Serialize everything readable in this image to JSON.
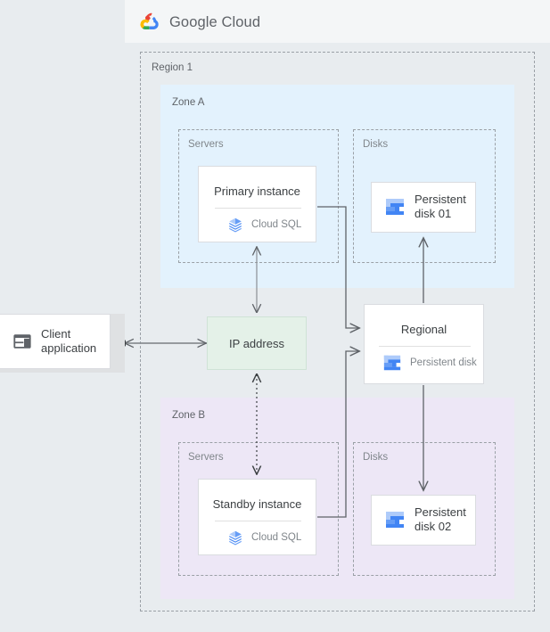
{
  "header": {
    "logo_icon": "google-cloud-logo-icon",
    "brand_bold": "Google",
    "brand_light": "Cloud",
    "background": "#f4f6f7"
  },
  "colors": {
    "page_background": "#e8ecef",
    "zone_a_fill": "#e3f2fd",
    "zone_b_fill": "#ede7f6",
    "ip_address_fill": "#e4f1e8",
    "card_fill": "#ffffff",
    "card_border": "#dadce0",
    "dashed_border": "#9aa0a6",
    "connector": "#5f6368",
    "label_text": "#5f6368",
    "muted_text": "#80868b",
    "title_text": "#3c4043",
    "cloud_sql_icon": "#5a8cf0",
    "persistent_disk_icon_light": "#aecbfa",
    "persistent_disk_icon_dark": "#4285f4"
  },
  "region": {
    "label": "Region 1"
  },
  "zones": [
    {
      "id": "zone-a",
      "label": "Zone A",
      "groups": [
        {
          "id": "servers-a",
          "label": "Servers"
        },
        {
          "id": "disks-a",
          "label": "Disks"
        }
      ]
    },
    {
      "id": "zone-b",
      "label": "Zone B",
      "groups": [
        {
          "id": "servers-b",
          "label": "Servers"
        },
        {
          "id": "disks-b",
          "label": "Disks"
        }
      ]
    }
  ],
  "nodes": {
    "primary_instance": {
      "title": "Primary instance",
      "subtitle": "Cloud SQL",
      "icon": "cloud-sql-icon"
    },
    "standby_instance": {
      "title": "Standby instance",
      "subtitle": "Cloud SQL",
      "icon": "cloud-sql-icon"
    },
    "persistent_disk_01": {
      "line1": "Persistent",
      "line2": "disk 01",
      "icon": "persistent-disk-icon"
    },
    "persistent_disk_02": {
      "line1": "Persistent",
      "line2": "disk 02",
      "icon": "persistent-disk-icon"
    },
    "regional_disk": {
      "title": "Regional",
      "subtitle": "Persistent disk",
      "icon": "persistent-disk-icon"
    },
    "ip_address": {
      "label": "IP address"
    },
    "client_application": {
      "line1": "Client",
      "line2": "application",
      "icon": "client-window-icon"
    }
  },
  "connectors": [
    {
      "id": "client-to-ip",
      "from": "client_application",
      "to": "ip_address",
      "style": "solid",
      "arrows": "both"
    },
    {
      "id": "ip-to-primary",
      "from": "ip_address",
      "to": "primary_instance",
      "style": "solid",
      "arrows": "both"
    },
    {
      "id": "ip-to-standby",
      "from": "ip_address",
      "to": "standby_instance",
      "style": "dotted",
      "arrows": "both"
    },
    {
      "id": "primary-to-regional",
      "from": "primary_instance",
      "to": "regional_disk",
      "style": "solid",
      "arrows": "end"
    },
    {
      "id": "standby-to-regional",
      "from": "standby_instance",
      "to": "regional_disk",
      "style": "solid",
      "arrows": "end"
    },
    {
      "id": "regional-to-pd01",
      "from": "regional_disk",
      "to": "persistent_disk_01",
      "style": "solid",
      "arrows": "end"
    },
    {
      "id": "regional-to-pd02",
      "from": "regional_disk",
      "to": "persistent_disk_02",
      "style": "solid",
      "arrows": "end"
    }
  ]
}
